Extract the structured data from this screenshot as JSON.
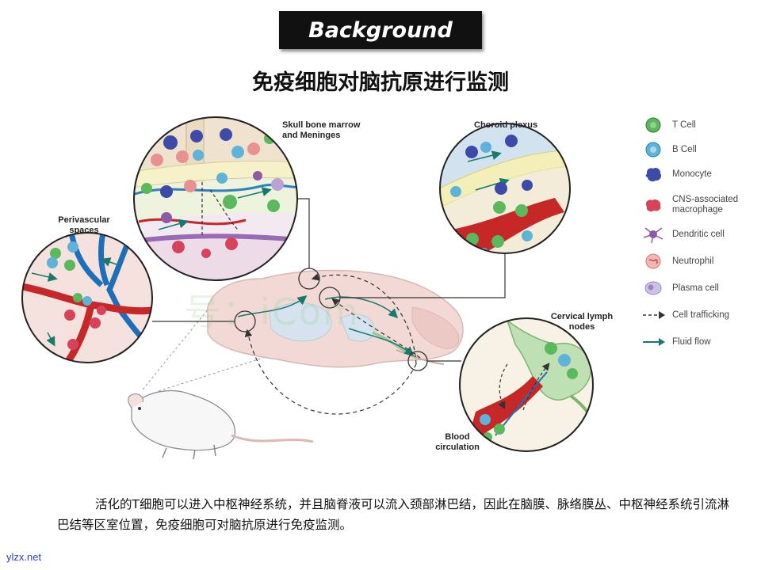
{
  "header": {
    "title": "Background",
    "subtitle": "免疫细胞对脑抗原进行监测"
  },
  "diagram": {
    "labels": {
      "skull": "Skull bone marrow and Meninges",
      "choroid": "Choroid plexus",
      "perivascular": "Perivascular spaces",
      "cervical": "Cervical lymph nodes",
      "blood": "Blood circulation"
    },
    "watermark": "号：iCom",
    "colors": {
      "vessel_red": "#c62828",
      "vessel_blue": "#1e6fb8",
      "brain": "#f2d9d6",
      "fluid": "#167a6e"
    }
  },
  "legend": [
    {
      "label": "T Cell",
      "icon": "t-cell-icon",
      "color": "#5cb85c"
    },
    {
      "label": "B Cell",
      "icon": "b-cell-icon",
      "color": "#5fb3d9"
    },
    {
      "label": "Monocyte",
      "icon": "monocyte-icon",
      "color": "#3d4aa8"
    },
    {
      "label": "CNS-associated macrophage",
      "icon": "macrophage-icon",
      "color": "#d9435a"
    },
    {
      "label": "Dendritic cell",
      "icon": "dendritic-cell-icon",
      "color": "#8e5aa8"
    },
    {
      "label": "Neutrophil",
      "icon": "neutrophil-icon",
      "color": "#e8918f"
    },
    {
      "label": "Plasma cell",
      "icon": "plasma-cell-icon",
      "color": "#b9a3d6"
    },
    {
      "label": "Cell trafficking",
      "icon": "dashed-arrow-icon",
      "color": "#333333"
    },
    {
      "label": "Fluid flow",
      "icon": "teal-arrow-icon",
      "color": "#167a6e"
    }
  ],
  "body_text": "活化的T细胞可以进入中枢神经系统，并且脑脊液可以流入颈部淋巴结，因此在脑膜、脉络膜丛、中枢神经系统引流淋巴结等区室位置，免疫细胞可对脑抗原进行免疫监测。",
  "footer": "ylzx.net"
}
